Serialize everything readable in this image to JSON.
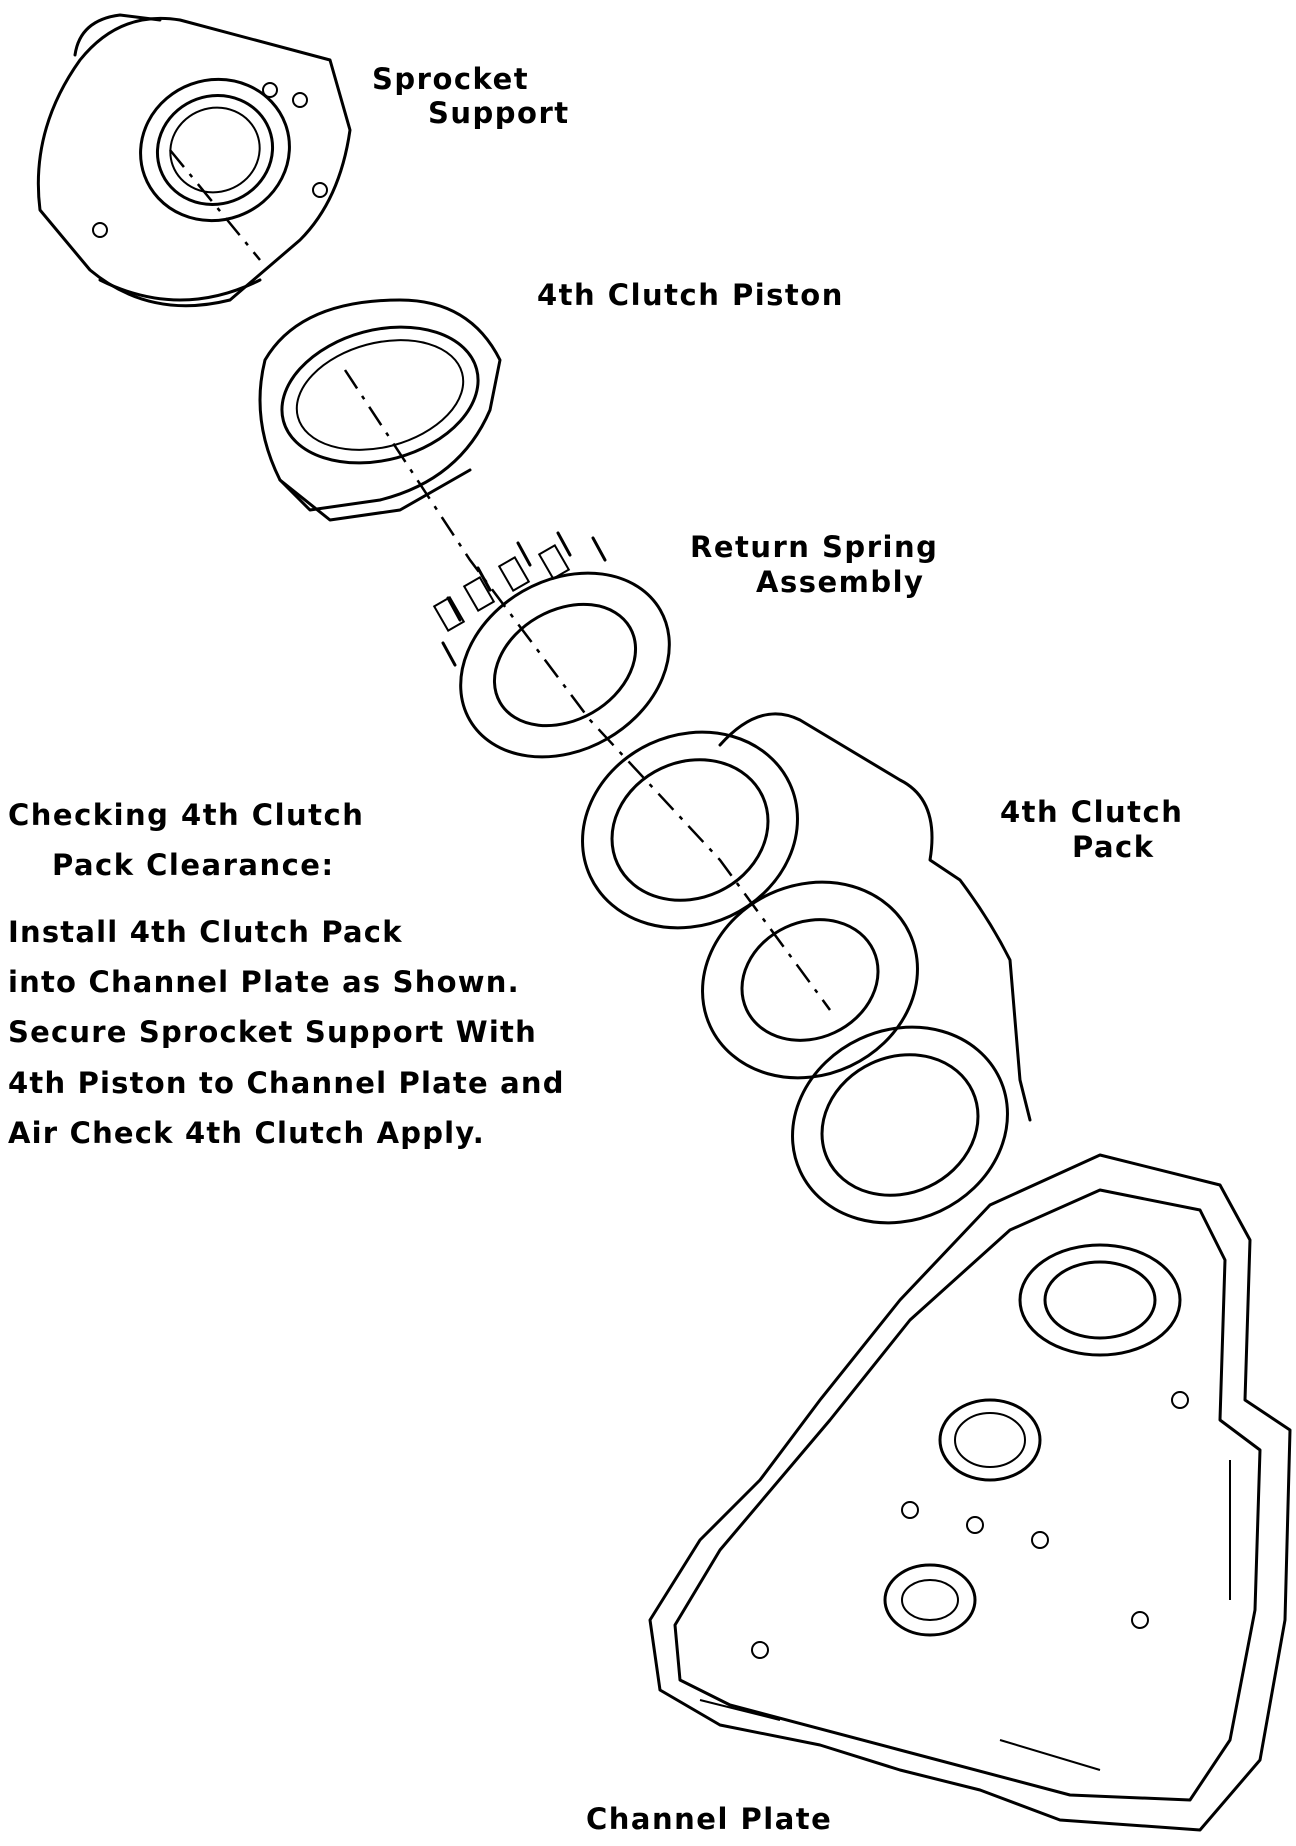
{
  "labels": {
    "sprocket_support_1": "Sprocket",
    "sprocket_support_2": "Support",
    "clutch_piston": "4th Clutch Piston",
    "return_spring_1": "Return Spring",
    "return_spring_2": "Assembly",
    "clutch_pack_1": "4th Clutch",
    "clutch_pack_2": "Pack",
    "channel_plate": "Channel Plate"
  },
  "instructions": {
    "heading_1": "Checking 4th Clutch",
    "heading_2": "Pack Clearance:",
    "lines": [
      "Install 4th Clutch Pack",
      "into Channel Plate as Shown.",
      "Secure Sprocket Support With",
      "4th Piston to Channel Plate and",
      "Air Check 4th Clutch Apply."
    ]
  }
}
